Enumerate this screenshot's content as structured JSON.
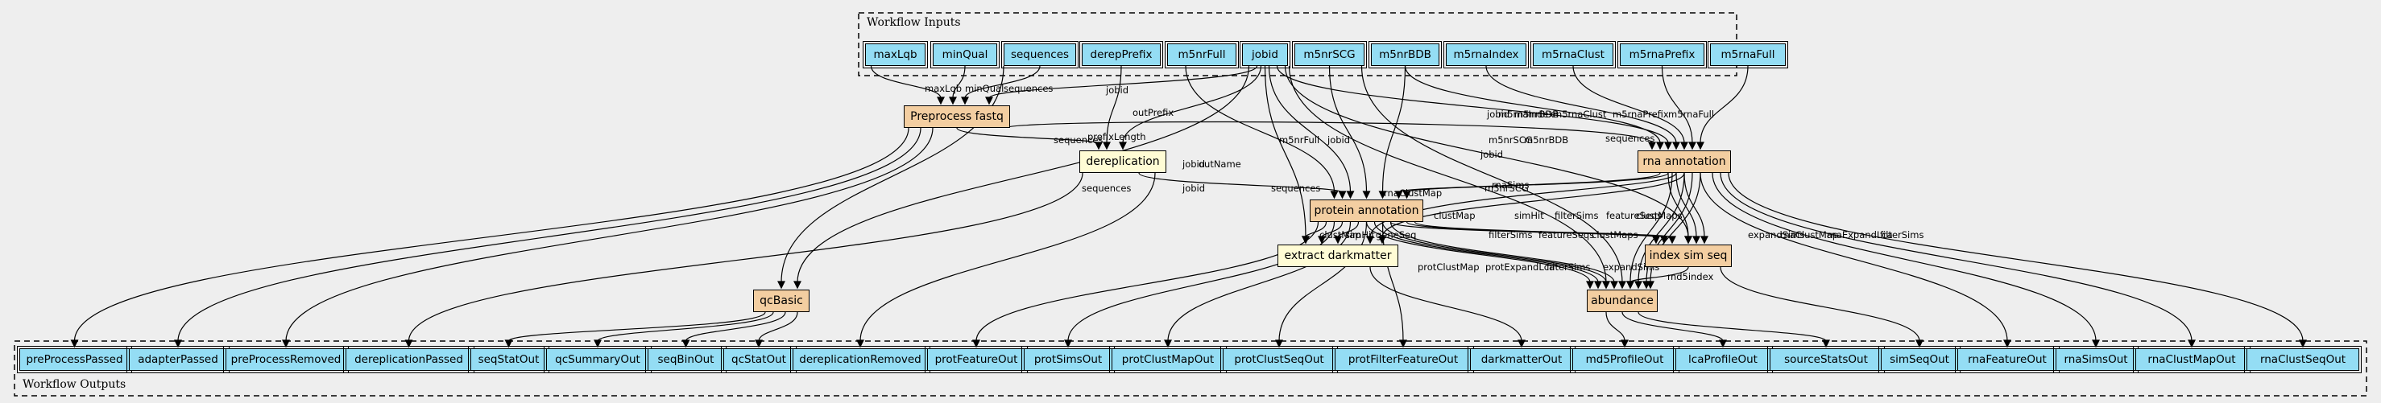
{
  "clusters": {
    "inputs_title": "Workflow Inputs",
    "outputs_title": "Workflow Outputs"
  },
  "inputs": [
    "maxLqb",
    "minQual",
    "sequences",
    "derepPrefix",
    "m5nrFull",
    "jobid",
    "m5nrSCG",
    "m5nrBDB",
    "m5rnaIndex",
    "m5rnaClust",
    "m5rnaPrefix",
    "m5rnaFull"
  ],
  "steps": {
    "preprocess": "Preprocess fastq",
    "dereplication": "dereplication",
    "rna_annotation": "rna annotation",
    "protein_annotation": "protein annotation",
    "extract_darkmatter": "extract darkmatter",
    "index_sim_seq": "index sim seq",
    "qcbasic": "qcBasic",
    "abundance": "abundance"
  },
  "outputs": [
    "preProcessPassed",
    "adapterPassed",
    "preProcessRemoved",
    "dereplicationPassed",
    "seqStatOut",
    "qcSummaryOut",
    "seqBinOut",
    "qcStatOut",
    "dereplicationRemoved",
    "protFeatureOut",
    "protSimsOut",
    "protClustMapOut",
    "protClustSeqOut",
    "protFilterFeatureOut",
    "darkmatterOut",
    "md5ProfileOut",
    "lcaProfileOut",
    "sourceStatsOut",
    "simSeqOut",
    "rnaFeatureOut",
    "rnaSimsOut",
    "rnaClustMapOut",
    "rnaClustSeqOut"
  ],
  "edge_labels": [
    "maxLqb",
    "minQual",
    "sequences",
    "jobid",
    "outPrefix",
    "prefixLength",
    "sequences",
    "sequences",
    "jobid",
    "m5rnaIndex",
    "m5rnaClust",
    "m5rnaPrefix",
    "m5rnaFull",
    "m5nrBDB",
    "sequences",
    "m5nrSCG",
    "m5nrBDB",
    "jobid",
    "m5nrFull",
    "jobid",
    "outName",
    "sequences",
    "jobid",
    "m5nrSCG",
    "jobid",
    "rnaClustMap",
    "rnaSims",
    "clustMap",
    "simHit",
    "filterSims",
    "featureSeqs",
    "clustMaps",
    "expandSims",
    "rnaClustMap",
    "rnaExpandLca",
    "filterSims",
    "clustMap",
    "simHit",
    "geneSeq",
    "filterSims",
    "featureSeqs",
    "clustMaps",
    "protClustMap",
    "protExpandLca",
    "filterSims",
    "expandSims",
    "md5index"
  ]
}
